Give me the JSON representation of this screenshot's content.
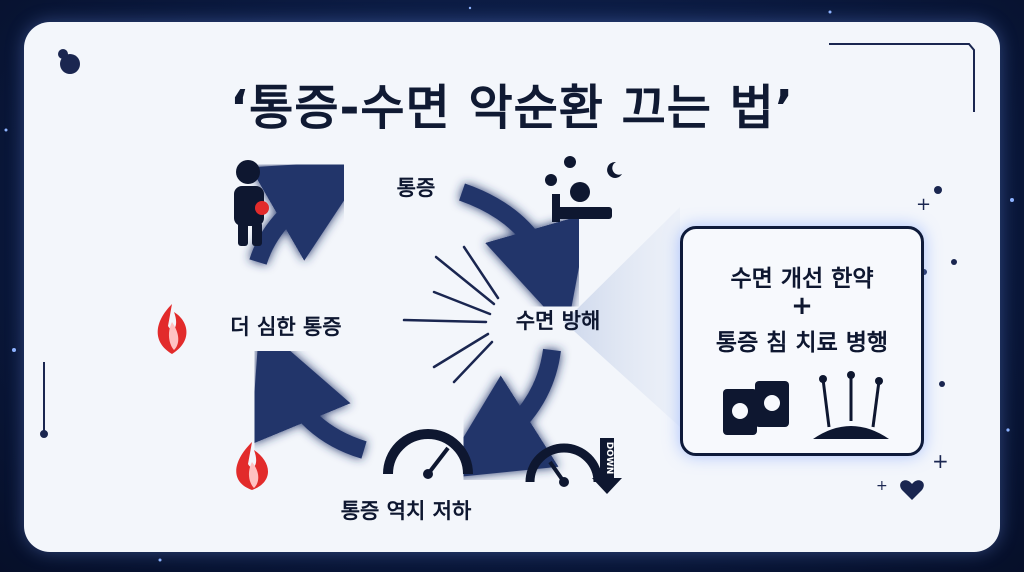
{
  "title": "‘통증-수면 악순환 끄는 법’",
  "cycle": {
    "nodes": {
      "pain": "통증",
      "sleep_disturbance": "수면 방해",
      "lower_threshold": "통증 역치 저하",
      "worse_pain": "더 심한 통증"
    },
    "gauge_badge": "DOWN"
  },
  "callout": {
    "line1": "수면 개선 한약",
    "plus": "+",
    "line2": "통증 침 치료 병행"
  },
  "icons": [
    "pain-person-icon",
    "sleepless-bed-icon",
    "flame-icon",
    "gauge-icon",
    "herbal-pack-icon",
    "acupuncture-needle-icon",
    "heart-icon"
  ],
  "colors": {
    "navy": "#0e1a3a",
    "accent_blue": "#2b3f7a",
    "flame_red": "#e22b2b",
    "card_bg": "#f3f6fb"
  }
}
